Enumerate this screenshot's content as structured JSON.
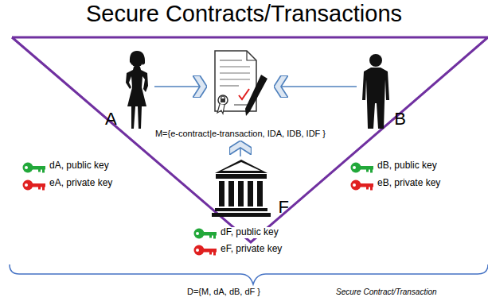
{
  "diagram": {
    "title": "Secure Contracts/Transactions",
    "nodes": [
      {
        "text": [
          "A"
        ]
      },
      {
        "text": [
          "M={e-contract|e-transaction, IDA, IDB, IDF }"
        ]
      },
      {
        "text": [
          "B"
        ]
      },
      {
        "text": [
          "F"
        ]
      }
    ],
    "edges": [
      {
        "from": 0,
        "to": 1,
        "arrow": "to"
      },
      {
        "from": 2,
        "to": 1,
        "arrow": "to"
      },
      {
        "from": 3,
        "to": 1,
        "arrow": "to"
      }
    ],
    "labels": [
      "dA, public key",
      "eA, private key",
      "dB, public key",
      "eB, private key",
      "dF, public key",
      "eF, private key",
      "D={M, dA, dB, dF }",
      "Secure Contract/Transaction"
    ]
  }
}
